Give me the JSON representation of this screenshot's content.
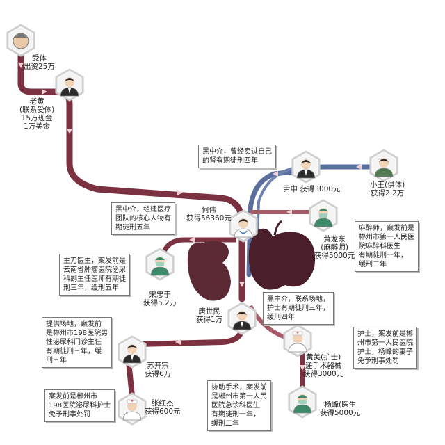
{
  "colors": {
    "road": "#7b3140",
    "road_light": "#a85a68",
    "blue": "#5a6f9e",
    "arrow": "#f2d0d6",
    "node_border": "#d0d0d0",
    "doctor_mask": "#3c8a6a",
    "suit": "#2b2b2b",
    "kidney": "#5b2a34",
    "liver": "#4a1f2a"
  },
  "nodes": [
    {
      "id": "donor",
      "icon": "donor-face-icon",
      "lines": [
        "受体",
        "出资25万"
      ]
    },
    {
      "id": "lao-huang",
      "icon": "man-in-suit-icon",
      "lines": [
        "老黄",
        "(联系受体)",
        "15万现金",
        "1万美金"
      ]
    },
    {
      "id": "yin-shen",
      "icon": "man-in-suit-icon",
      "lines": [
        "尹申 获得3000元"
      ]
    },
    {
      "id": "xiao-wang",
      "icon": "young-man-icon",
      "lines": [
        "小王(供体)",
        "获得2.2万"
      ]
    },
    {
      "id": "he-wei",
      "icon": "doctor-icon",
      "lines": [
        "何伟",
        "获得56360元"
      ]
    },
    {
      "id": "huang-longdong",
      "icon": "surgeon-masked-icon",
      "lines": [
        "黄龙东",
        "(麻醉师)",
        "获得5000元"
      ]
    },
    {
      "id": "song-zhongyu",
      "icon": "surgeon-masked-icon",
      "lines": [
        "宋忠于",
        "获得5.2万"
      ]
    },
    {
      "id": "tang-shimin",
      "icon": "man-in-suit-icon",
      "lines": [
        "唐世民",
        "获得1万"
      ]
    },
    {
      "id": "su-kaizong",
      "icon": "man-in-suit-icon",
      "lines": [
        "苏开宗",
        "获得6万"
      ]
    },
    {
      "id": "huang-mei",
      "icon": "nurse-icon",
      "lines": [
        "黄美(护士)",
        "递手术器械",
        "获得3000元"
      ]
    },
    {
      "id": "zhang-hongjie",
      "icon": "nurse-icon",
      "lines": [
        "张红杰",
        "获得600元"
      ]
    },
    {
      "id": "yang-feng",
      "icon": "surgeon-masked-icon",
      "lines": [
        "杨峰(医生",
        "获得5000元"
      ]
    }
  ],
  "notes": [
    {
      "id": "note-yin-shen",
      "lines": [
        "黑中介，曾经卖过自己",
        "的肾有期徒刑四年"
      ]
    },
    {
      "id": "note-he-wei",
      "lines": [
        "黑中介，组建医疗",
        "团队的核心人物有",
        "期徒刑五年"
      ]
    },
    {
      "id": "note-huang-longdong",
      "lines": [
        "麻醉师，案发前是",
        "郴州市第一人民医",
        "院麻醉科医生",
        "有期徒刑一年，",
        "缓刑二年"
      ]
    },
    {
      "id": "note-song-zhongyu",
      "lines": [
        "主刀医生，案发前是",
        "云南省肿瘤医院泌尿",
        "科副主任医师有期徒",
        "刑三年，缓刑五年"
      ]
    },
    {
      "id": "note-tang-shimin",
      "lines": [
        "黑中介，联系场地，",
        "护士有期徒刑三年，",
        "缓刑四年"
      ]
    },
    {
      "id": "note-su-kaizong",
      "lines": [
        "提供场地，案发前",
        "是郴州市198医院男",
        "性泌尿科门诊主任",
        "有期徒刑三年，缓",
        "刑三年"
      ]
    },
    {
      "id": "note-huang-mei",
      "lines": [
        "护士，案发前是郴",
        "州市第一人民医院",
        "护士，杨峰的妻子",
        "免予刑事处罚"
      ]
    },
    {
      "id": "note-zhang-hongjie",
      "lines": [
        "案发前是郴州市",
        "198医院泌尿科护士",
        "免予刑事处罚"
      ]
    },
    {
      "id": "note-yang-feng",
      "lines": [
        "协助手术，案发前",
        "是郴州市第一人民",
        "医院急诊科医生",
        "有期徒刑一年，",
        "缓刑二年"
      ]
    }
  ]
}
